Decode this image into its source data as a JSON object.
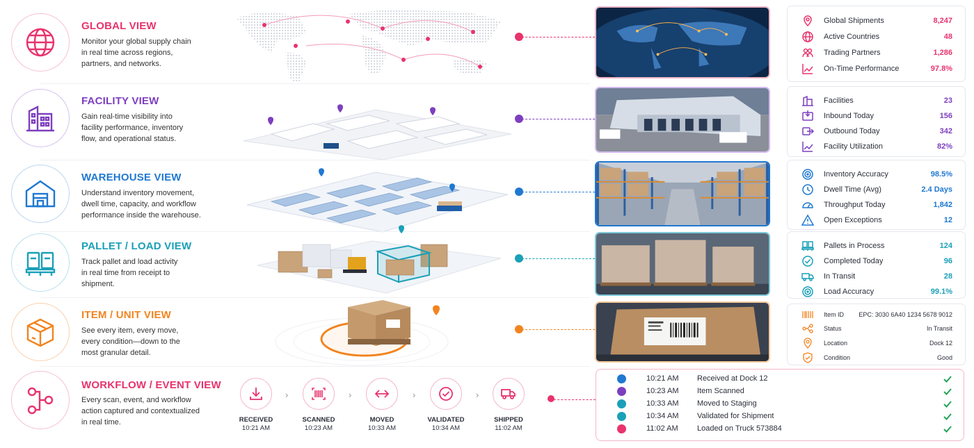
{
  "colors": {
    "global": "#e8336d",
    "facility": "#7d3fbf",
    "warehouse": "#1f78d1",
    "pallet": "#1aa0b8",
    "item": "#f2841f",
    "workflow": "#e8336d",
    "check": "#22a45a"
  },
  "views": [
    {
      "title": "GLOBAL VIEW",
      "desc": [
        "Monitor your global supply chain",
        "in real time across regions,",
        "partners, and networks."
      ],
      "icon": "globe-icon"
    },
    {
      "title": "FACILITY VIEW",
      "desc": [
        "Gain real-time visibility into",
        "facility performance, inventory",
        "flow, and operational status."
      ],
      "icon": "building-icon"
    },
    {
      "title": "WAREHOUSE VIEW",
      "desc": [
        "Understand inventory movement,",
        "dwell time, capacity, and workflow",
        "performance inside the warehouse."
      ],
      "icon": "warehouse-icon"
    },
    {
      "title": "PALLET / LOAD VIEW",
      "desc": [
        "Track pallet and load activity",
        "in real time from receipt to",
        "shipment."
      ],
      "icon": "pallet-icon"
    },
    {
      "title": "ITEM / UNIT VIEW",
      "desc": [
        "See every item, every move,",
        "every condition—down to the",
        "most granular detail."
      ],
      "icon": "box-icon"
    },
    {
      "title": "WORKFLOW / EVENT VIEW",
      "desc": [
        "Every scan, event, and workflow",
        "action captured and contextualized",
        "in real time."
      ],
      "icon": "workflow-icon"
    }
  ],
  "stats": {
    "global": [
      {
        "icon": "location-pin-icon",
        "label": "Global Shipments",
        "value": "8,247"
      },
      {
        "icon": "globe-icon",
        "label": "Active Countries",
        "value": "48"
      },
      {
        "icon": "partners-icon",
        "label": "Trading Partners",
        "value": "1,286"
      },
      {
        "icon": "trend-chart-icon",
        "label": "On-Time Performance",
        "value": "97.8%"
      }
    ],
    "facility": [
      {
        "icon": "building-icon",
        "label": "Facilities",
        "value": "23"
      },
      {
        "icon": "inbound-icon",
        "label": "Inbound Today",
        "value": "156"
      },
      {
        "icon": "outbound-icon",
        "label": "Outbound Today",
        "value": "342"
      },
      {
        "icon": "trend-chart-icon",
        "label": "Facility Utilization",
        "value": "82%"
      }
    ],
    "warehouse": [
      {
        "icon": "target-icon",
        "label": "Inventory Accuracy",
        "value": "98.5%"
      },
      {
        "icon": "clock-icon",
        "label": "Dwell Time (Avg)",
        "value": "2.4 Days"
      },
      {
        "icon": "gauge-icon",
        "label": "Throughput Today",
        "value": "1,842"
      },
      {
        "icon": "warning-icon",
        "label": "Open Exceptions",
        "value": "12"
      }
    ],
    "pallet": [
      {
        "icon": "pallet-icon",
        "label": "Pallets in Process",
        "value": "124"
      },
      {
        "icon": "check-circle-icon",
        "label": "Completed Today",
        "value": "96"
      },
      {
        "icon": "truck-icon",
        "label": "In Transit",
        "value": "28"
      },
      {
        "icon": "target-icon",
        "label": "Load Accuracy",
        "value": "99.1%"
      }
    ],
    "item": [
      {
        "icon": "barcode-icon",
        "label": "Item ID",
        "value": "EPC: 3030 6A40 1234 5678 9012"
      },
      {
        "icon": "status-icon",
        "label": "Status",
        "value": "In Transit"
      },
      {
        "icon": "location-pin-icon",
        "label": "Location",
        "value": "Dock 12"
      },
      {
        "icon": "shield-icon",
        "label": "Condition",
        "value": "Good"
      }
    ]
  },
  "workflow_steps": [
    {
      "label": "RECEIVED",
      "time": "10:21 AM",
      "icon": "download-icon"
    },
    {
      "label": "SCANNED",
      "time": "10:23 AM",
      "icon": "barcode-scan-icon"
    },
    {
      "label": "MOVED",
      "time": "10:33 AM",
      "icon": "move-arrows-icon"
    },
    {
      "label": "VALIDATED",
      "time": "10:34 AM",
      "icon": "check-circle-icon"
    },
    {
      "label": "SHIPPED",
      "time": "11:02 AM",
      "icon": "truck-icon"
    }
  ],
  "events": [
    {
      "time": "10:21 AM",
      "desc": "Received at Dock 12",
      "color": "#1f78d1"
    },
    {
      "time": "10:23 AM",
      "desc": "Item Scanned",
      "color": "#7d3fbf"
    },
    {
      "time": "10:33 AM",
      "desc": "Moved to Staging",
      "color": "#1aa0b8"
    },
    {
      "time": "10:34 AM",
      "desc": "Validated for Shipment",
      "color": "#1aa0b8"
    },
    {
      "time": "11:02 AM",
      "desc": "Loaded on Truck 573884",
      "color": "#e8336d"
    }
  ]
}
